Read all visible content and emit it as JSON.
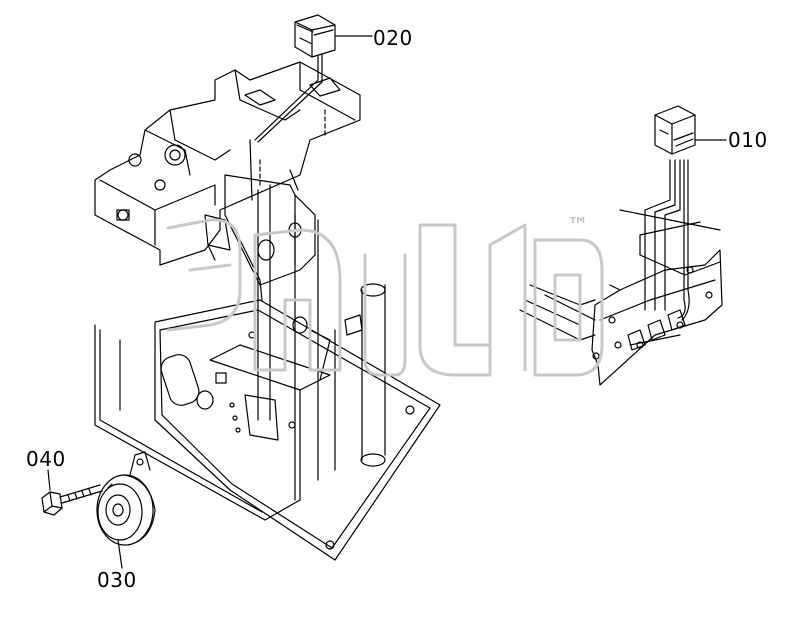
{
  "labels": {
    "part_010": "010",
    "part_020": "020",
    "part_030": "030",
    "part_040": "040"
  },
  "watermark": {
    "tm": "™"
  },
  "colors": {
    "line": "#000000",
    "watermark": "#c8c8c8",
    "background": "#ffffff"
  }
}
